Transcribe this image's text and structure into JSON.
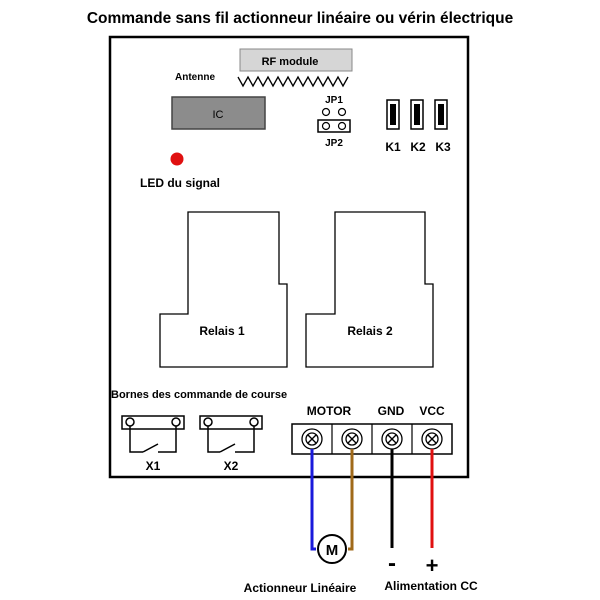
{
  "title": "Commande sans fil actionneur linéaire ou vérin électrique",
  "board": {
    "rf_module_label": "RF module",
    "antenna_label": "Antenne",
    "ic_label": "IC",
    "jp1_label": "JP1",
    "jp2_label": "JP2",
    "led_label": "LED du signal",
    "buttons": [
      "K1",
      "K2",
      "K3"
    ],
    "relays": [
      "Relais 1",
      "Relais 2"
    ],
    "limit_terminals_label": "Bornes des commande de course",
    "limit_switches": [
      "X1",
      "X2"
    ],
    "terminals": [
      "MOTOR",
      "GND",
      "VCC"
    ]
  },
  "external": {
    "motor_symbol": "M",
    "actuator_label": "Actionneur Linéaire",
    "supply_label": "Alimentation CC",
    "minus_sign": "-",
    "plus_sign": "+"
  },
  "colors": {
    "wire_motor_1": "#1a1adb",
    "wire_motor_2": "#a06a1a",
    "wire_gnd": "#000000",
    "wire_vcc": "#e01010",
    "led": "#e01010",
    "ic_fill": "#8c8c8c"
  }
}
